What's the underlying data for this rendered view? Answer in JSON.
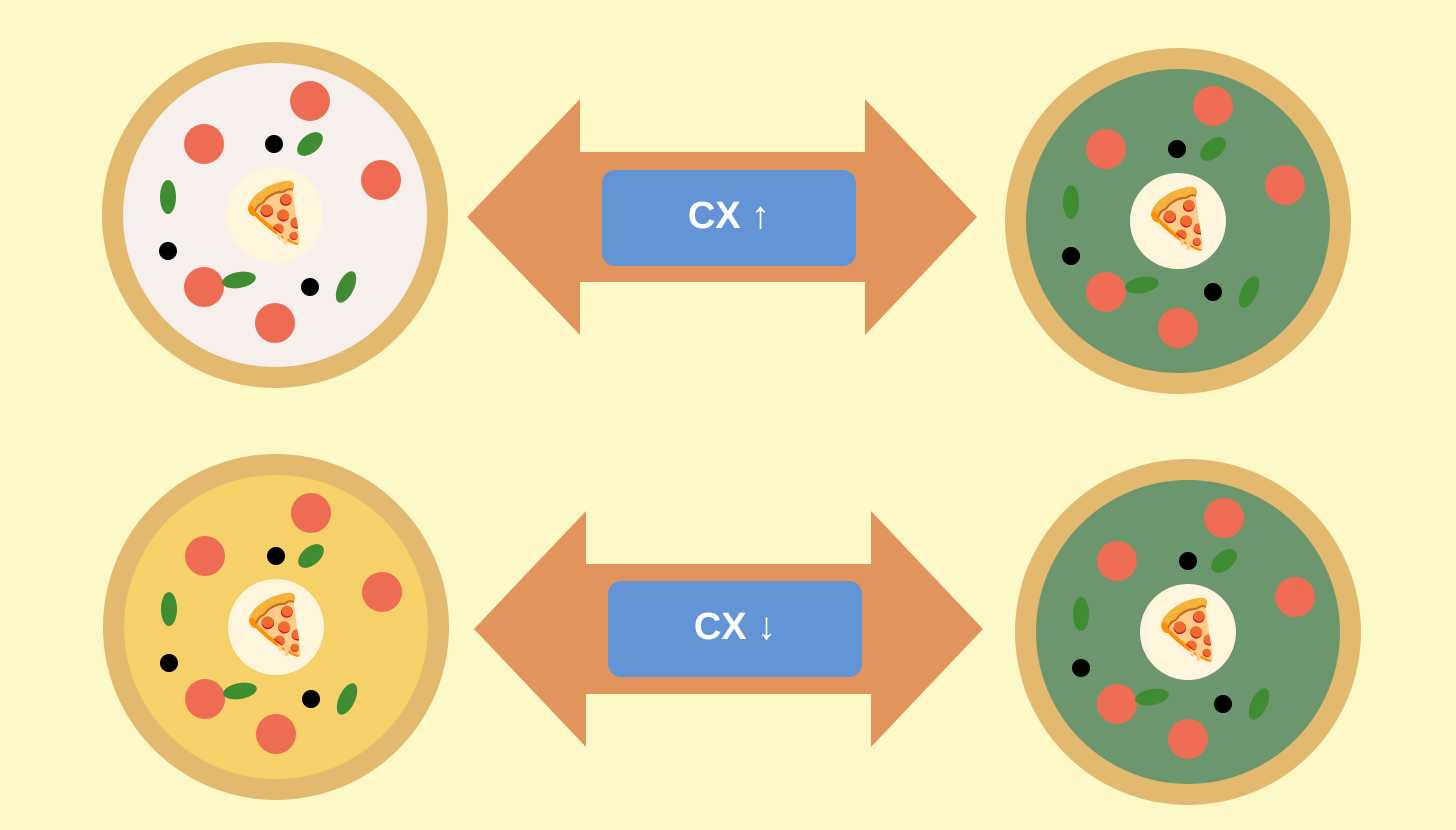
{
  "colors": {
    "background": "#fdf8c7",
    "crust": "#e2b96f",
    "tomato": "#ee6c53",
    "basil": "#3f8c32",
    "olive": "#000000",
    "center_disc": "#fdf6dc",
    "arrow": "#e2945d",
    "label_box": "#6394d6",
    "label_text": "#ffffff"
  },
  "pizzas": [
    {
      "name": "top-left",
      "sauce_color": "#f6efeb",
      "center_icon": "🍕"
    },
    {
      "name": "top-right",
      "sauce_color": "#6c966d",
      "center_icon": "🍕"
    },
    {
      "name": "bottom-left",
      "sauce_color": "#f6d068",
      "center_icon": "🍕"
    },
    {
      "name": "bottom-right",
      "sauce_color": "#6c966d",
      "center_icon": "🍕"
    }
  ],
  "arrows": [
    {
      "name": "top",
      "label": "CX ↑",
      "direction": "bidirectional"
    },
    {
      "name": "bottom",
      "label": "CX ↓",
      "direction": "bidirectional"
    }
  ]
}
